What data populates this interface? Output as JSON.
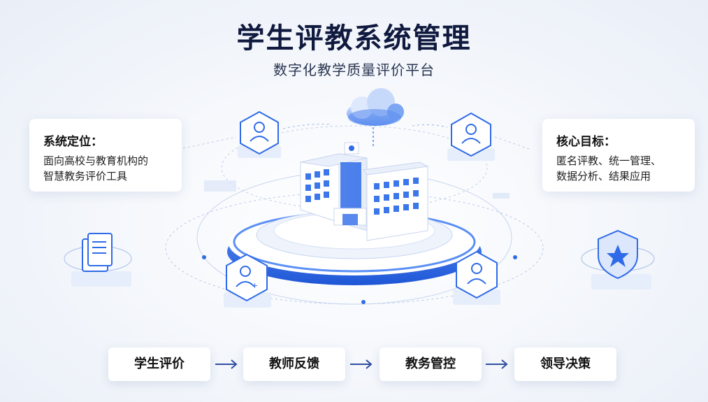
{
  "header": {
    "title": "学生评教系统管理",
    "subtitle": "数字化教学质量评价平台"
  },
  "left_card": {
    "heading": "系统定位：",
    "lines": [
      "面向高校与教育机构的",
      "智慧教务评价工具"
    ]
  },
  "right_card": {
    "heading": "核心目标：",
    "lines": [
      "匿名评教、统一管理、",
      "数据分析、结果应用"
    ]
  },
  "flow": {
    "steps": [
      "学生评价",
      "教师反馈",
      "教务管控",
      "领导决策"
    ]
  },
  "colors": {
    "primary": "#2f6be8",
    "dark_title": "#101a3f",
    "light_blue": "#cfdcf7"
  },
  "icons": [
    "cloud-icon",
    "user-icon",
    "document-icon",
    "shield-icon",
    "building-icon"
  ]
}
